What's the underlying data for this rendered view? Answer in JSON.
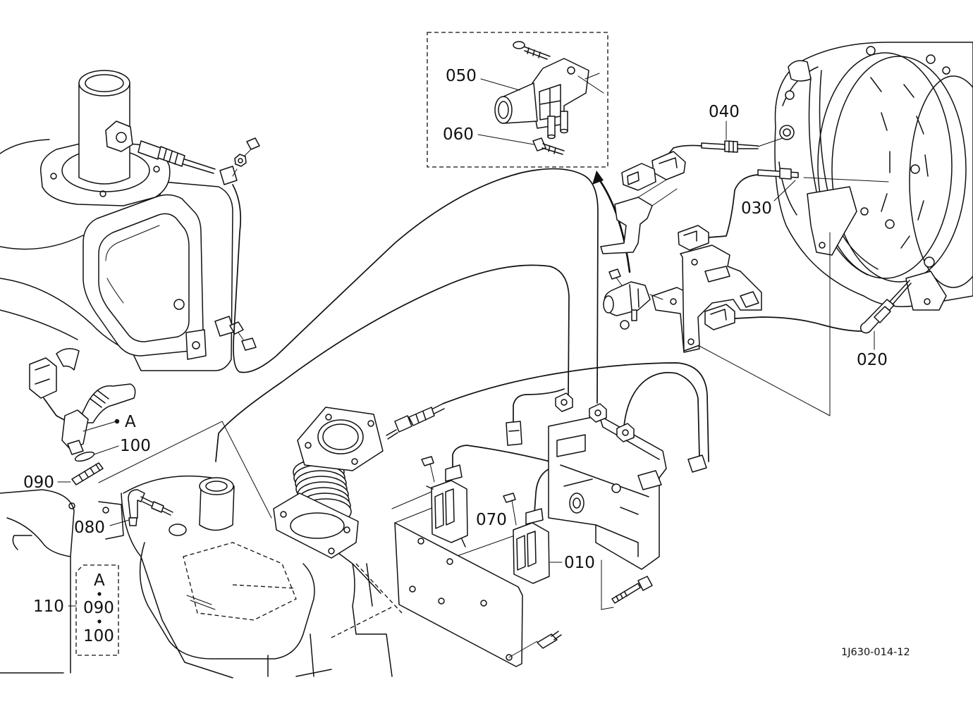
{
  "labels": {
    "part_050": "050",
    "part_060": "060",
    "part_040": "040",
    "part_030": "030",
    "part_020": "020",
    "ref_a": "A",
    "part_100": "100",
    "part_090": "090",
    "part_080": "080",
    "part_070": "070",
    "part_010": "010",
    "part_110": "110"
  },
  "kit_box": {
    "item_1": "A",
    "item_2": "090",
    "item_3": "100"
  },
  "drawing_number": "1J630-014-12"
}
